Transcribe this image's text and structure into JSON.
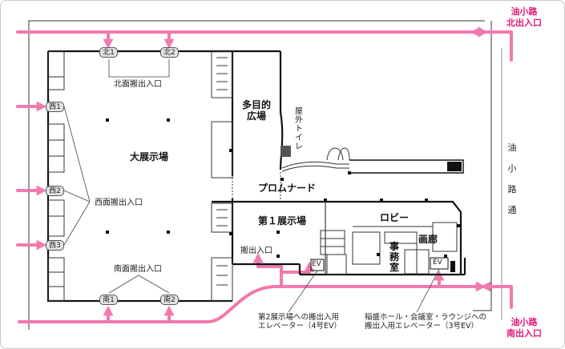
{
  "exits": {
    "north": "油小路\n北出入口",
    "south": "油小路\n南出入口"
  },
  "street": {
    "name": "油小路通"
  },
  "gates": {
    "north1": "北1",
    "north2": "北2",
    "west1": "西1",
    "west2": "西2",
    "west3": "西3",
    "south1": "南1",
    "south2": "南2"
  },
  "labels": {
    "north_loading": "北面搬出入口",
    "west_loading": "西面搬出入口",
    "south_loading": "南面搬出入口",
    "main_hall": "大展示場",
    "plaza": "多目的\n広場",
    "toilet": "屋外トイレ",
    "promenade": "プロムナード",
    "hall1": "第１展示場",
    "lobby": "ロビー",
    "gallery": "画廊",
    "office": "事務室",
    "loading": "搬出入口",
    "ev4": "EV",
    "ev3": "EV"
  },
  "notes": {
    "ev4": "第2展示場への搬出入用\nエレベーター（4号EV）",
    "ev3": "稲盛ホール・会議室・ラウンジへの\n搬出入用エレベーター（3号EV）"
  },
  "colors": {
    "route": "#f17aad",
    "exit_text": "#e2197a",
    "wall": "#111111",
    "gate_fill": "#e3e3e3"
  }
}
